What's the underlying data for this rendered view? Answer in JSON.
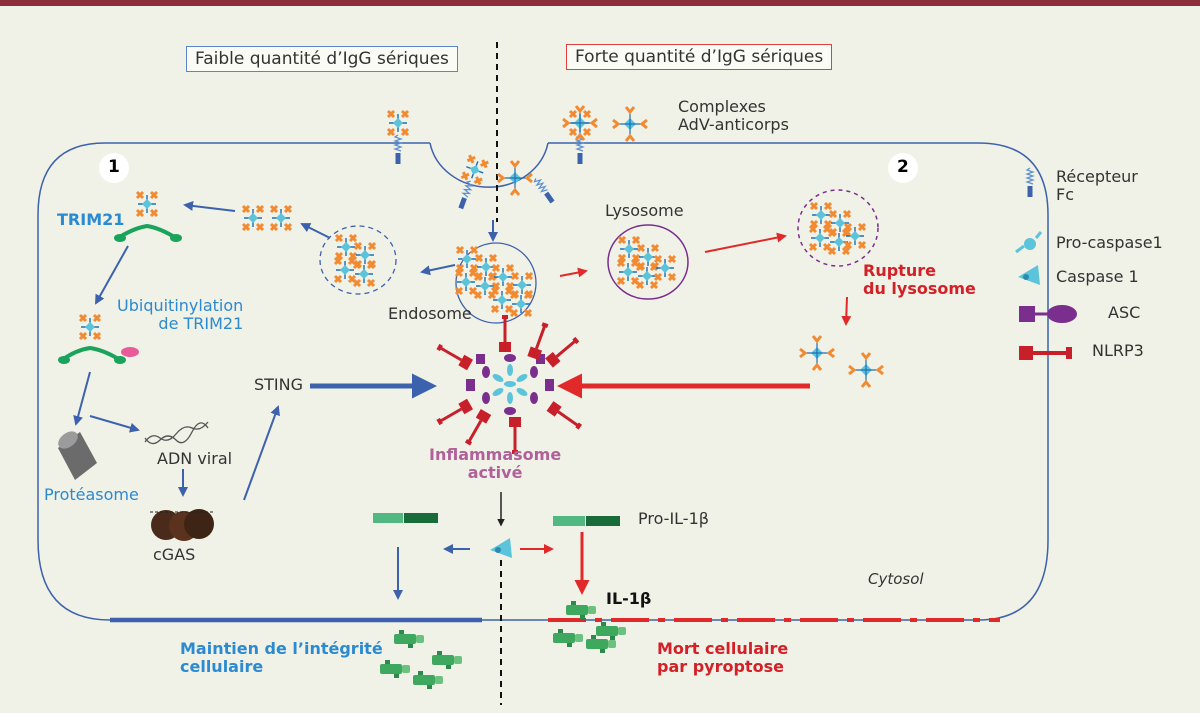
{
  "headers": {
    "left": "Faible quantité d’IgG sériques",
    "right": "Forte quantité d’IgG sériques"
  },
  "numbers": {
    "left": "1",
    "right": "2"
  },
  "labels": {
    "complexes": "Complexes\nAdV-anticorps",
    "trim21": "TRIM21",
    "ubiquitinylation": "Ubiquitinylation\nde TRIM21",
    "lysosome": "Lysosome",
    "rupture": "Rupture\ndu lysosome",
    "endosome": "Endosome",
    "sting": "STING",
    "adn_viral": "ADN viral",
    "proteasome": "Protéasome",
    "cgas": "cGAS",
    "inflammasome": "Inflammasome\nactivé",
    "pro_il1b": "Pro-IL-1β",
    "il1b": "IL-1β",
    "cytosol": "Cytosol",
    "maintien": "Maintien de l’intégrité\ncellulaire",
    "mort": "Mort cellulaire\npar pyroptose"
  },
  "legend": [
    {
      "name": "recepteur",
      "label": "Récepteur\nFc"
    },
    {
      "name": "pro-caspase1",
      "label": "Pro-caspase1"
    },
    {
      "name": "caspase1",
      "label": "Caspase 1"
    },
    {
      "name": "asc",
      "label": "ASC"
    },
    {
      "name": "nlrp3",
      "label": "NLRP3"
    }
  ],
  "colors": {
    "blue_text": "#2b8ad0",
    "red_text": "#d42027",
    "purple_text": "#b0619a",
    "arrow_blue": "#3c62ad",
    "arrow_red": "#e2292a",
    "orange": "#f28a32",
    "cyan": "#5cc4da",
    "purple": "#7a2e8d",
    "nlrp3_red": "#c8202b",
    "green": "#1aa35a",
    "top_band": "#8f2e3b"
  }
}
